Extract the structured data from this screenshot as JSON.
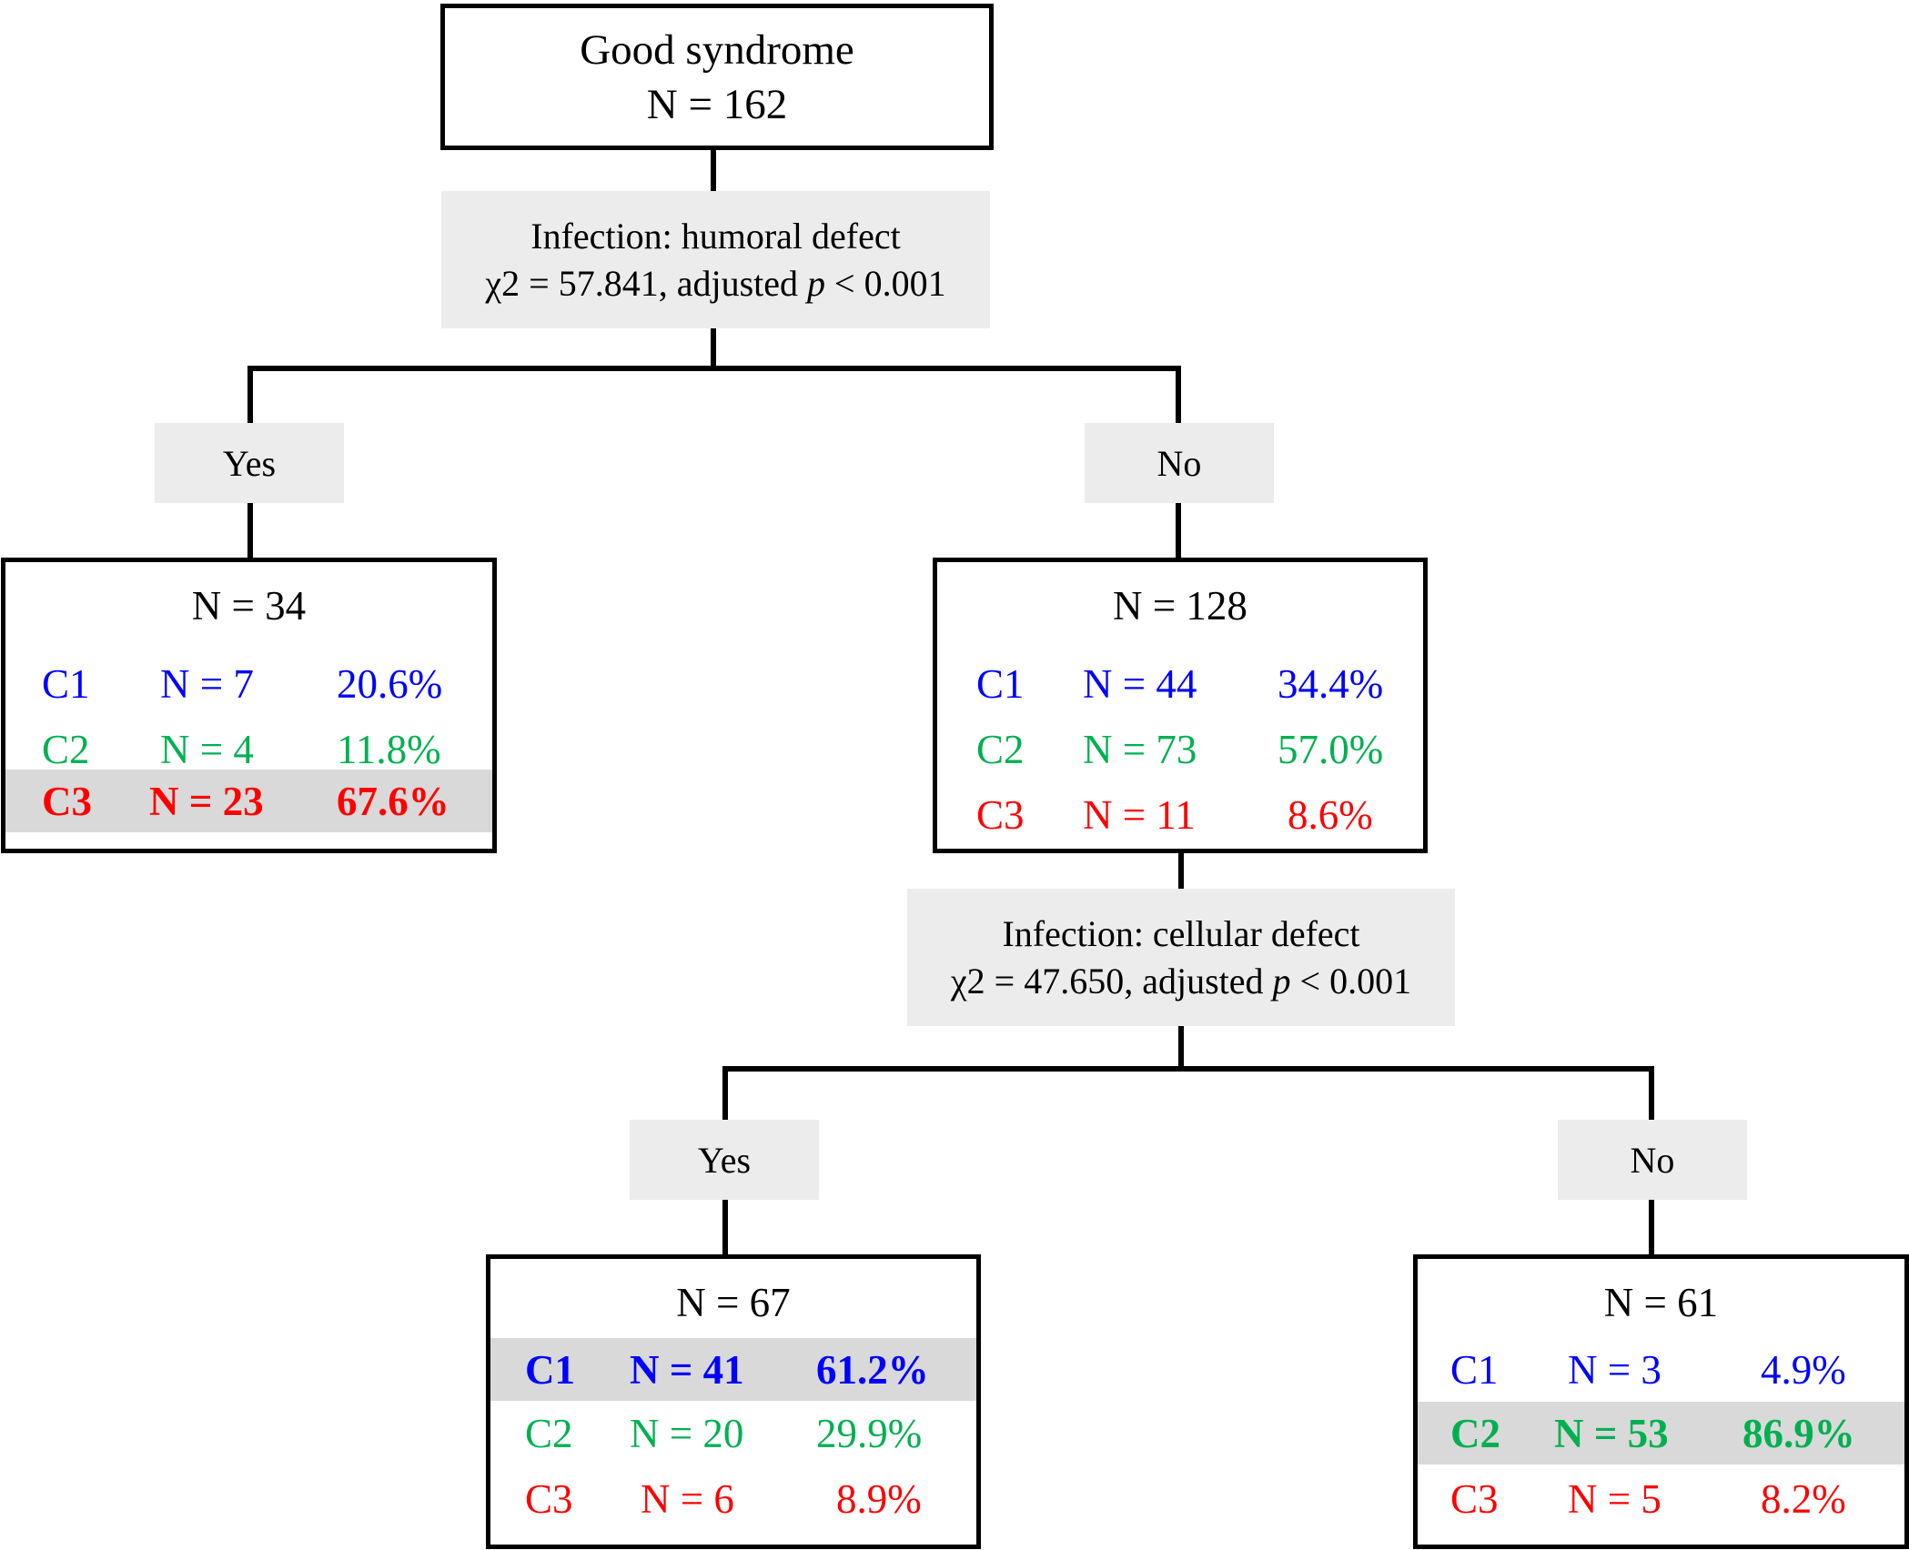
{
  "root": {
    "title": "Good syndrome",
    "n": "N = 162"
  },
  "split1": {
    "variable": "Infection: humoral defect",
    "stat_prefix": "χ2 = 57.841, adjusted ",
    "p_symbol": "p",
    "stat_suffix": " < 0.001"
  },
  "split2": {
    "variable": "Infection: cellular defect",
    "stat_prefix": "χ2 = 47.650, adjusted ",
    "p_symbol": "p",
    "stat_suffix": " < 0.001"
  },
  "branches": {
    "yes": "Yes",
    "no": "No"
  },
  "nodes": {
    "left": {
      "n": "N = 34",
      "rows": [
        {
          "cluster": "C1",
          "n": "N = 7",
          "pct": "20.6%"
        },
        {
          "cluster": "C2",
          "n": "N = 4",
          "pct": "11.8%"
        },
        {
          "cluster": "C3",
          "n": "N = 23",
          "pct": "67.6%"
        }
      ]
    },
    "right": {
      "n": "N = 128",
      "rows": [
        {
          "cluster": "C1",
          "n": "N = 44",
          "pct": "34.4%"
        },
        {
          "cluster": "C2",
          "n": "N = 73",
          "pct": "57.0%"
        },
        {
          "cluster": "C3",
          "n": "N = 11",
          "pct": "8.6%"
        }
      ]
    },
    "yes2": {
      "n": "N = 67",
      "rows": [
        {
          "cluster": "C1",
          "n": "N = 41",
          "pct": "61.2%"
        },
        {
          "cluster": "C2",
          "n": "N = 20",
          "pct": "29.9%"
        },
        {
          "cluster": "C3",
          "n": "N = 6",
          "pct": "8.9%"
        }
      ]
    },
    "no2": {
      "n": "N = 61",
      "rows": [
        {
          "cluster": "C1",
          "n": "N = 3",
          "pct": "4.9%"
        },
        {
          "cluster": "C2",
          "n": "N = 53",
          "pct": "86.9%"
        },
        {
          "cluster": "C3",
          "n": "N = 5",
          "pct": "8.2%"
        }
      ]
    }
  },
  "colors": {
    "C1": "#0000ff",
    "C2": "#00b050",
    "C3": "#ff0000",
    "highlight": "#d9d9d9",
    "split_bg": "#ececec"
  }
}
